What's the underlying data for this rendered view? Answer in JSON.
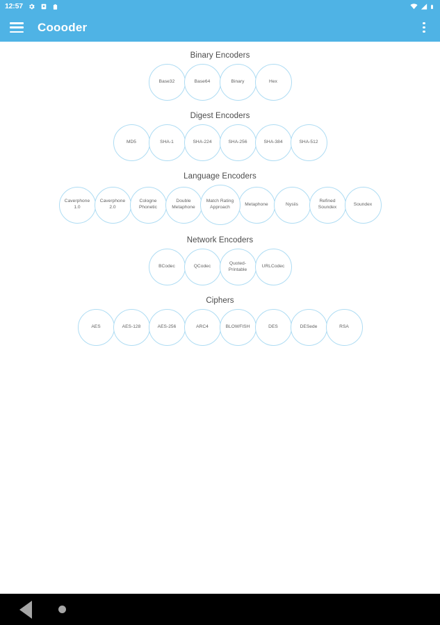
{
  "status_bar": {
    "clock": "12:57",
    "left_icons": [
      "gear-icon",
      "sd-card-icon",
      "clipboard-icon"
    ],
    "right_icons": [
      "wifi-icon",
      "signal-icon",
      "battery-icon"
    ],
    "background_color": "#4fb3e5"
  },
  "app_bar": {
    "menu_icon": "hamburger-menu-icon",
    "title": "Coooder",
    "overflow_icon": "more-vert-icon",
    "background_color": "#4fb3e5",
    "text_color": "#ffffff"
  },
  "theme": {
    "accent": "#4fb3e5",
    "chip_border": "#aedcf3",
    "chip_text": "#5f5f5f",
    "section_title": "#4a4a4a",
    "page_background": "#ffffff"
  },
  "sections": [
    {
      "title": "Binary Encoders",
      "items": [
        {
          "label": "Base32"
        },
        {
          "label": "Base64"
        },
        {
          "label": "Binary"
        },
        {
          "label": "Hex"
        }
      ]
    },
    {
      "title": "Digest Encoders",
      "items": [
        {
          "label": "MD5"
        },
        {
          "label": "SHA-1"
        },
        {
          "label": "SHA-224"
        },
        {
          "label": "SHA-256"
        },
        {
          "label": "SHA-384"
        },
        {
          "label": "SHA-512"
        }
      ]
    },
    {
      "title": "Language Encoders",
      "items": [
        {
          "label": "Caverphone 1.0"
        },
        {
          "label": "Caverphone 2.0"
        },
        {
          "label": "Cologne Phonetic"
        },
        {
          "label": "Double Metaphone"
        },
        {
          "label": "Match Rating Approach",
          "emphasis": true
        },
        {
          "label": "Metaphone"
        },
        {
          "label": "Nysiis"
        },
        {
          "label": "Refined Soundex"
        },
        {
          "label": "Soundex"
        }
      ]
    },
    {
      "title": "Network Encoders",
      "items": [
        {
          "label": "BCodec"
        },
        {
          "label": "QCodec"
        },
        {
          "label": "Quoted-Printable"
        },
        {
          "label": "URLCodec"
        }
      ]
    },
    {
      "title": "Ciphers",
      "items": [
        {
          "label": "AES"
        },
        {
          "label": "AES-128"
        },
        {
          "label": "AES-256"
        },
        {
          "label": "ARC4"
        },
        {
          "label": "BLOWFISH"
        },
        {
          "label": "DES"
        },
        {
          "label": "DESede"
        },
        {
          "label": "RSA"
        }
      ]
    }
  ],
  "nav_bar": {
    "back_icon": "back-triangle-icon",
    "home_icon": "home-circle-icon",
    "background_color": "#000000"
  }
}
